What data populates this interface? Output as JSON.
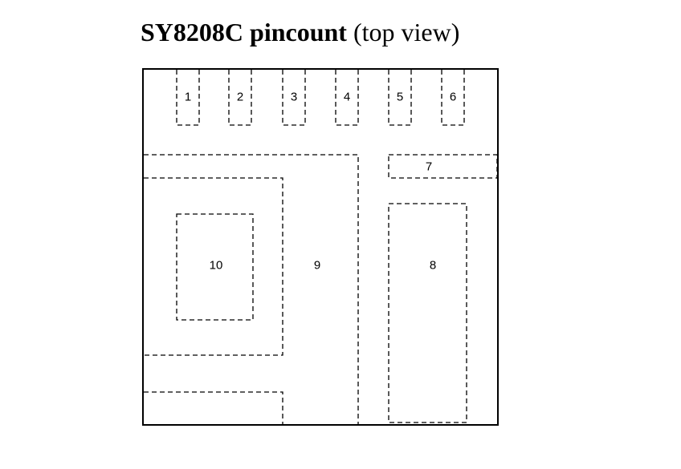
{
  "title": {
    "bold": "SY8208C pincount",
    "normal": " (top view)"
  },
  "pins": [
    "1",
    "2",
    "3",
    "4",
    "5",
    "6",
    "7",
    "8",
    "9",
    "10"
  ]
}
